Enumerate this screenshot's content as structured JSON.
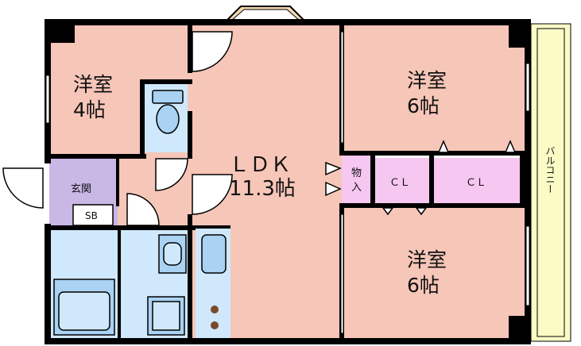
{
  "colors": {
    "room": "#f6c6b8",
    "closet": "#f6c7f0",
    "entry": "#c9b7e6",
    "wet": "#cfe8fb",
    "wet_dark": "#a9d2f3",
    "balcony": "#fbfbc6",
    "wall": "#000000",
    "bay": "#f4d9b0"
  },
  "rooms": {
    "room_nw": {
      "name": "洋室",
      "size": "4帖"
    },
    "room_ne": {
      "name": "洋室",
      "size": "6帖"
    },
    "room_se": {
      "name": "洋室",
      "size": "6帖"
    },
    "ldk": {
      "name": "ＬＤＫ",
      "size": "11.3帖"
    }
  },
  "labels": {
    "storage_1": "物",
    "storage_2": "入",
    "closet_1": "ＣＬ",
    "closet_2": "ＣＬ",
    "entrance": "玄関",
    "shoe_box": "SB",
    "balcony": "バルコニー"
  }
}
